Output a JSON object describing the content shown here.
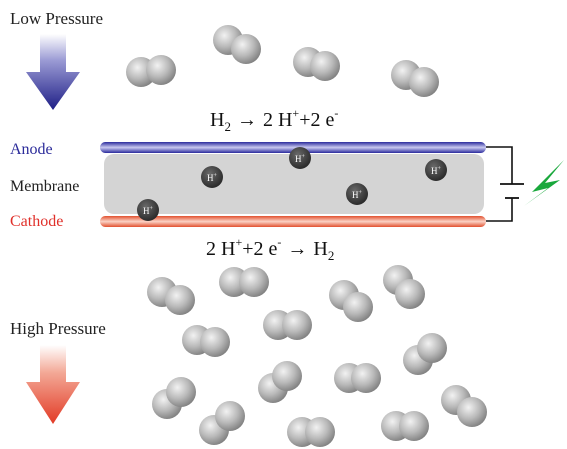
{
  "labels": {
    "low_pressure": "Low Pressure",
    "high_pressure": "High Pressure",
    "anode": "Anode",
    "membrane": "Membrane",
    "cathode": "Cathode",
    "proton": "H"
  },
  "equations": {
    "top": {
      "lead": "H",
      "lead_sub": "2",
      "arrow": "→",
      "rest": "2 H",
      "sup1": "+",
      "mid": "+2 e",
      "sup2": "-"
    },
    "bottom": {
      "lead": "2 H",
      "sup1": "+",
      "mid": "+2 e",
      "sup2": "-",
      "arrow": "→",
      "tail": "H",
      "tail_sub": "2"
    }
  },
  "colors": {
    "anode_text": "#2b2b9a",
    "cathode_text": "#e0302a",
    "membrane_fill": "#d4d4d4",
    "anode_bar": "#3b3bb0",
    "cathode_bar": "#e8583a",
    "proton": "#3a3a3a",
    "bolt": "#19a83c",
    "arrow_top": "#26268f",
    "arrow_bottom": "#e84a35"
  },
  "icons": {
    "battery": "battery-icon",
    "lightning": "lightning-icon"
  }
}
